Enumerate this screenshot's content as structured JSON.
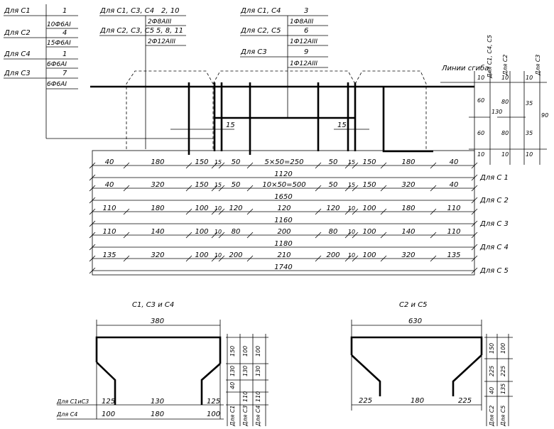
{
  "callouts": {
    "left": [
      {
        "label": "Для С1",
        "count": "1",
        "rebar": "10Ф6АI"
      },
      {
        "label": "Для С2",
        "count": "4",
        "rebar": "15Ф6АI"
      },
      {
        "label": "Для С4",
        "count": "1",
        "rebar": "6Ф6АI"
      },
      {
        "label": "Для С3",
        "count": "7",
        "rebar": "6Ф6АI"
      }
    ],
    "mid": [
      {
        "label": "Для С1, С3, С4",
        "count": "2, 10",
        "rebar": "2Ф8АIII"
      },
      {
        "label": "Для С2, С3, С5",
        "count": "5, 8, 11",
        "rebar": "2Ф12АIII"
      }
    ],
    "right": [
      {
        "label": "Для С1, С4",
        "count": "3",
        "rebar": "1Ф8АIII"
      },
      {
        "label": "Для С2, С5",
        "count": "6",
        "rebar": "1Ф12АIII"
      },
      {
        "label": "Для С3",
        "count": "9",
        "rebar": "1Ф12АIII"
      }
    ],
    "bend_lines": "Линии сгиба"
  },
  "elevation": {
    "stirrup_dim_15": "15",
    "vert_dims_a": [
      "10",
      "60",
      "60",
      "10"
    ],
    "vert_dims_b": [
      "130"
    ],
    "vert_dims_c": [
      "10",
      "80",
      "80",
      "10"
    ],
    "vert_dims_d": [
      "10",
      "35",
      "35",
      "10"
    ],
    "vert_dims_e": [
      "90"
    ],
    "side_labels": [
      "Для С1, С4, С5",
      "Для С2",
      "Для С3"
    ]
  },
  "dim_rows": [
    {
      "label": "Для С 1",
      "segments": [
        "40",
        "180",
        "150",
        "15",
        "50",
        "5×50=250",
        "50",
        "15",
        "150",
        "180",
        "40"
      ],
      "total": "1120"
    },
    {
      "label": "Для С 2",
      "segments": [
        "40",
        "320",
        "150",
        "15",
        "50",
        "10×50=500",
        "50",
        "15",
        "150",
        "320",
        "40"
      ],
      "total": "1650"
    },
    {
      "label": "Для С 3",
      "segments": [
        "110",
        "180",
        "100",
        "10",
        "120",
        "120",
        "120",
        "10",
        "100",
        "180",
        "110"
      ],
      "total": "1160"
    },
    {
      "label": "Для С 4",
      "segments": [
        "110",
        "140",
        "100",
        "10",
        "80",
        "200",
        "80",
        "10",
        "100",
        "140",
        "110"
      ],
      "total": "1180"
    },
    {
      "label": "Для С 5",
      "segments": [
        "135",
        "320",
        "100",
        "10",
        "200",
        "210",
        "200",
        "10",
        "100",
        "320",
        "135"
      ],
      "total": "1740"
    }
  ],
  "section_left": {
    "title": "С1, С3 и С4",
    "top": "380",
    "bottom1_label": "Для С1иС3",
    "bottom1": [
      "125",
      "130",
      "125"
    ],
    "bottom2_label": "Для С4",
    "bottom2": [
      "100",
      "180",
      "100"
    ],
    "v1": [
      "150",
      "130",
      "40"
    ],
    "v2": [
      "100",
      "130",
      "110"
    ],
    "v3": [
      "100",
      "130",
      "110"
    ],
    "side_labels": [
      "Для С1",
      "Для С3",
      "Для С4"
    ]
  },
  "section_right": {
    "title": "С2 и С5",
    "top": "630",
    "bottom": [
      "225",
      "180",
      "225"
    ],
    "v1": [
      "150",
      "225",
      "40"
    ],
    "v2": [
      "100",
      "225",
      "135"
    ],
    "side_labels": [
      "Для С2",
      "Для С5"
    ]
  }
}
